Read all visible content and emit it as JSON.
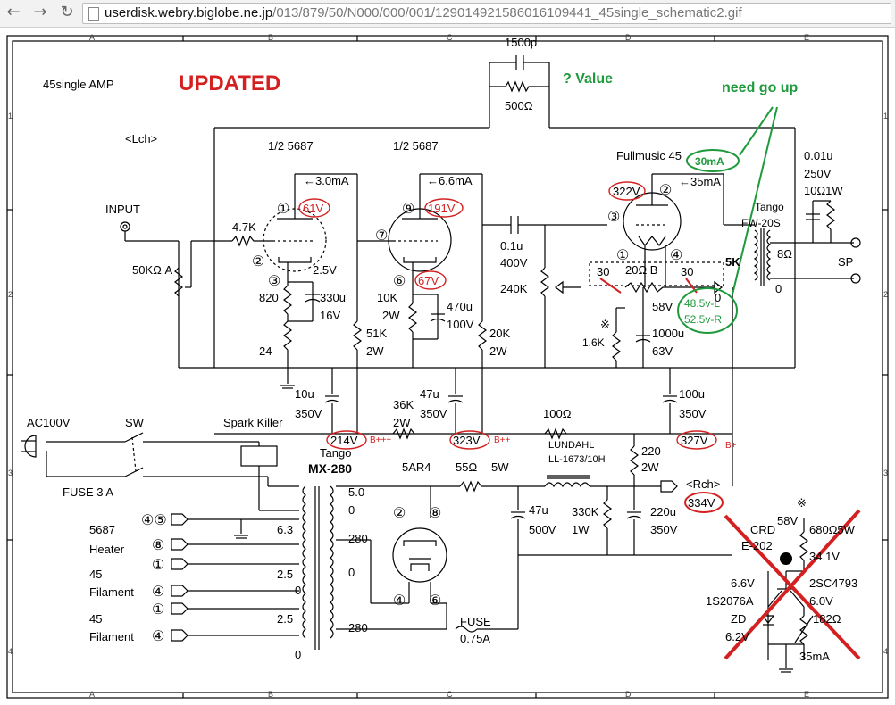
{
  "browser": {
    "url_host": "userdisk.webry.biglobe.ne.jp",
    "url_path": "/013/879/50/N000/000/001/129014921586016109441_45single_schematic2.gif",
    "back_icon": "arrow-left-icon",
    "forward_icon": "arrow-right-icon",
    "reload_icon": "reload-icon"
  },
  "frame": {
    "cols": [
      "A",
      "B",
      "C",
      "D",
      "E"
    ],
    "rows": [
      "1",
      "2",
      "3",
      "4"
    ]
  },
  "titles": {
    "amp": "45single AMP",
    "updated": "UPDATED",
    "lch": "<Lch>",
    "rch": "<Rch>"
  },
  "notes": {
    "cap_value": "? Value",
    "need_go_up": "need go up"
  },
  "labels": {
    "c1500p": "1500p",
    "r500": "500Ω",
    "half5687_a": "1/2 5687",
    "half5687_b": "1/2 5687",
    "fullmusic": "Fullmusic 45",
    "i30ma": "30mA",
    "i35ma": "←35mA",
    "i3ma": "←3.0mA",
    "i66ma": "←6.6mA",
    "c001u": "0.01u",
    "c250v": "250V",
    "r10w": "10Ω1W",
    "input": "INPUT",
    "r47k": "4.7K",
    "vol": "50KΩ A",
    "v25": "2.5V",
    "r820": "820",
    "c330u": "330u",
    "c16v": "16V",
    "r24": "24",
    "c01u": "0.1u",
    "c400v": "400V",
    "r240k": "240K",
    "r10k": "10K",
    "r2w_a": "2W",
    "c470u": "470u",
    "c100v": "100V",
    "r51k": "51K",
    "r2w_b": "2W",
    "r20k": "20K",
    "r2w_c": "2W",
    "tango": "Tango",
    "fw20s": "FW-20S",
    "ohm8": "8Ω",
    "zero_a": "0",
    "sp": "SP",
    "k5": "5K",
    "r20b": "20Ω B",
    "r30a": "30",
    "r30b": "30",
    "v58": "58V",
    "v485": "48.5v-L",
    "v525": "52.5v-R",
    "zero_b": "0",
    "kome1": "※",
    "r16k": "1.6K",
    "c1000u": "1000u",
    "c63v": "63V",
    "c10u": "10u",
    "c350v_a": "350V",
    "r36k": "36K",
    "r2w_d": "2W",
    "c47u_a": "47u",
    "c350v_b": "350V",
    "r100": "100Ω",
    "c100u": "100u",
    "c350v_c": "350V",
    "ac100": "AC100V",
    "sw": "SW",
    "spark": "Spark Killer",
    "bppp": "B+++",
    "bpp": "B++",
    "bp": "B+",
    "lundahl": "LUNDAHL",
    "ll1673": "LL-1673/10H",
    "r220": "220",
    "r2w_e": "2W",
    "fuse3": "FUSE  3 A",
    "tango2": "Tango",
    "mx280": "MX-280",
    "r5ar4": "5AR4",
    "r55": "55Ω",
    "w5": "5W",
    "h5687": "5687",
    "heater": "Heater",
    "f45a": "45",
    "fil_a": "Filament",
    "f45b": "45",
    "fil_b": "Filament",
    "t63": "6.3",
    "t50": "5.0",
    "t0a": "0",
    "t280a": "280",
    "t25a": "2.5",
    "t0b": "0",
    "t0c": "0",
    "t25b": "2.5",
    "t280b": "280",
    "t0d": "0",
    "c47u_b": "47u",
    "c500v": "500V",
    "r330k": "330K",
    "r1w": "1W",
    "c220u": "220u",
    "c350v_d": "350V",
    "fuse075": "FUSE",
    "a075": "0.75A",
    "crd": "CRD",
    "e202": "E-202",
    "kome2": "※",
    "v58b": "58V",
    "r680": "680Ω5W",
    "v341": "34.1V",
    "v66": "6.6V",
    "tr2sc": "2SC4793",
    "d1s": "1S2076A",
    "v60": "6.0V",
    "zd": "ZD",
    "v62": "6.2V",
    "r182": "182Ω",
    "i35": "35mA"
  },
  "pins": {
    "p1": "①",
    "p2": "②",
    "p3": "③",
    "p9": "⑨",
    "p7": "⑦",
    "p6": "⑥",
    "p_d2": "②",
    "p_d3": "③",
    "p_d1": "①",
    "p_d4": "④",
    "r_p2": "②",
    "r_p8": "⑧",
    "r_p4": "④",
    "r_p6": "⑥",
    "h45": "④⑤",
    "h8": "⑧",
    "h1": "①",
    "f4a": "④",
    "f1": "①",
    "f4b": "④"
  },
  "measured": {
    "v61": "61V",
    "v191": "191V",
    "v67": "67V",
    "v322": "322V",
    "v214": "214V",
    "v323": "323V",
    "v327": "327V",
    "v334": "334V"
  },
  "colors": {
    "ink": "#000000",
    "red": "#d42020",
    "green": "#1e9a3c",
    "chrome": "#f2f2f2"
  }
}
